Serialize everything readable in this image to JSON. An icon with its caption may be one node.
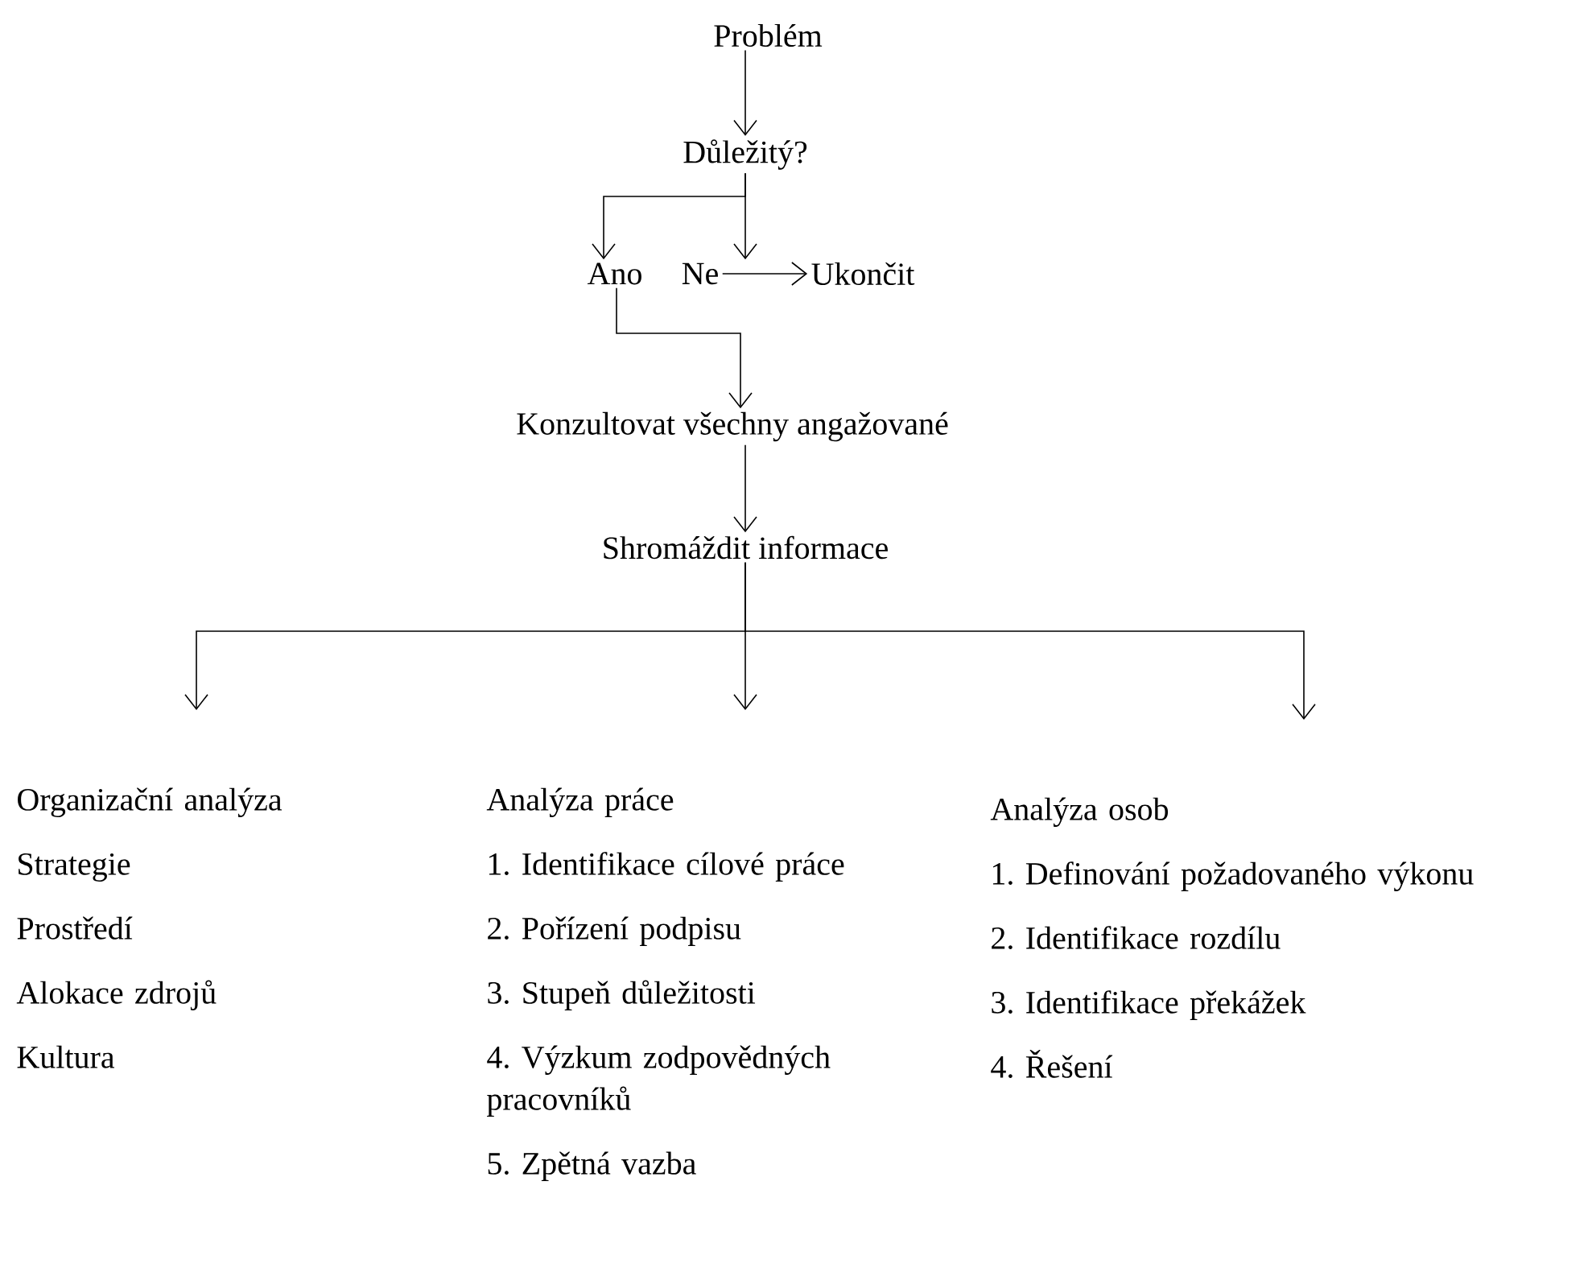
{
  "diagram": {
    "nodes": [
      {
        "text": [
          "Problém"
        ]
      },
      {
        "text": [
          "Důležitý?"
        ]
      },
      {
        "text": [
          "Ano"
        ]
      },
      {
        "text": [
          "Ne"
        ]
      },
      {
        "text": [
          "Ukončit"
        ]
      },
      {
        "text": [
          "Konzultovat všechny angažované"
        ]
      },
      {
        "text": [
          "Shromáždit informace"
        ]
      },
      {
        "text": [
          "Organizační analýza",
          "Strategie",
          "Prostředí",
          "Alokace zdrojů",
          "Kultura"
        ]
      },
      {
        "text": [
          "Analýza práce",
          "1. Identifikace cílové práce",
          "2. Pořízení podpisu",
          "3. Stupeň důležitosti",
          "4. Výzkum zodpovědných pracovníků",
          "5. Zpětná vazba"
        ]
      },
      {
        "text": [
          "Analýza osob",
          "1. Definování požadovaného výkonu",
          "2. Identifikace rozdílu",
          "3. Identifikace překážek",
          "4. Řešení"
        ]
      }
    ],
    "edges": [
      {
        "from": 0,
        "to": 1,
        "arrow": "to"
      },
      {
        "from": 1,
        "to": 2,
        "arrow": "to"
      },
      {
        "from": 1,
        "to": 3,
        "arrow": "to"
      },
      {
        "from": 3,
        "to": 4,
        "arrow": "to"
      },
      {
        "from": 2,
        "to": 5,
        "arrow": "to"
      },
      {
        "from": 5,
        "to": 6,
        "arrow": "to"
      },
      {
        "from": 6,
        "to": 7,
        "arrow": "to"
      },
      {
        "from": 6,
        "to": 8,
        "arrow": "to"
      },
      {
        "from": 6,
        "to": 9,
        "arrow": "to"
      }
    ]
  }
}
